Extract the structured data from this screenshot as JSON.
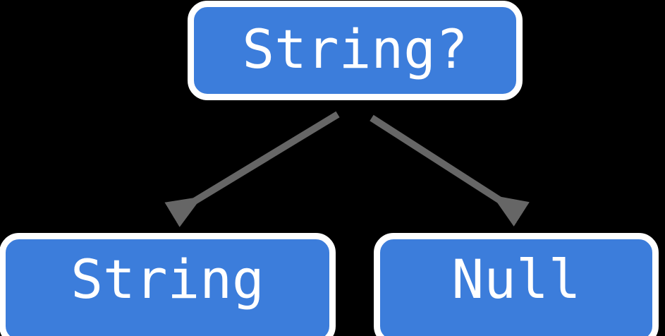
{
  "diagram": {
    "type": "type-hierarchy-tree",
    "background_color": "#000000",
    "node_fill_color": "#3c7ddb",
    "node_border_color": "#ffffff",
    "node_text_color": "#ffffff",
    "edge_color": "#666666",
    "root": {
      "label": "String?",
      "name": "nullable-string-type"
    },
    "children": [
      {
        "label": "String",
        "name": "string-type"
      },
      {
        "label": "Null",
        "name": "null-type"
      }
    ],
    "edges": [
      {
        "name": "edge-root-to-string",
        "from": "String?",
        "to": "String",
        "direction": "down-left",
        "arrowhead": "end",
        "color": "#666666"
      },
      {
        "name": "edge-root-to-null",
        "from": "String?",
        "to": "Null",
        "direction": "down-right",
        "arrowhead": "end",
        "color": "#666666"
      }
    ]
  }
}
